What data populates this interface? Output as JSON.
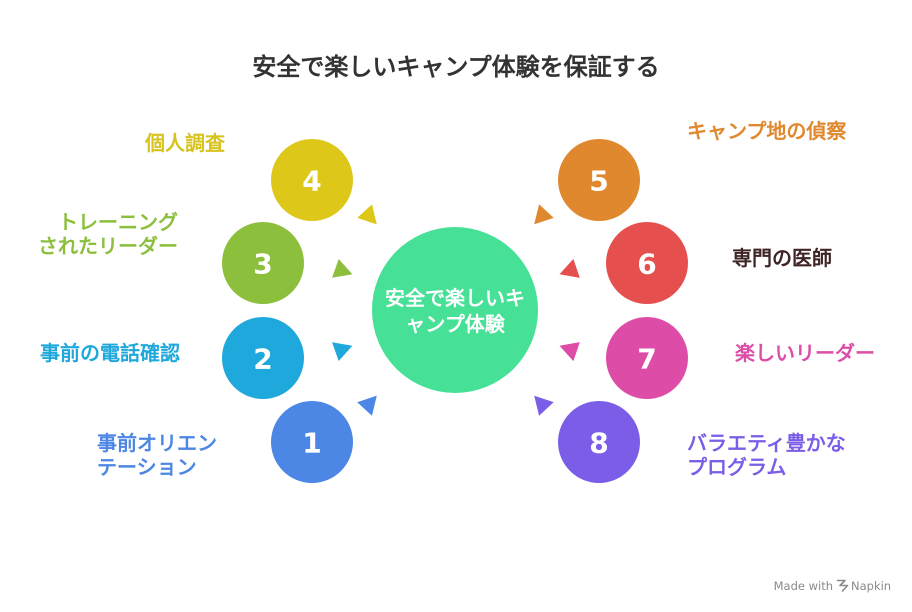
{
  "title": "安全で楽しいキャンプ体験を保証する",
  "center": {
    "lines": [
      "安全で楽しいキ",
      "ャンプ体験"
    ],
    "color": "#46E096"
  },
  "items": [
    {
      "number": "1",
      "label": [
        "事前オリエン",
        "テーション"
      ],
      "color": "#4C87E6",
      "label_color": "#4C87E6"
    },
    {
      "number": "2",
      "label": [
        "事前の電話確認"
      ],
      "color": "#1FA8DB",
      "label_color": "#1FA8DB"
    },
    {
      "number": "3",
      "label": [
        "トレーニング",
        "されたリーダー"
      ],
      "color": "#8CBF3C",
      "label_color": "#8CBF3C"
    },
    {
      "number": "4",
      "label": [
        "個人調査"
      ],
      "color": "#DDC81A",
      "label_color": "#D6C31E"
    },
    {
      "number": "5",
      "label": [
        "キャンプ地の偵察"
      ],
      "color": "#E0882D",
      "label_color": "#E0882D"
    },
    {
      "number": "6",
      "label": [
        "専門の医師"
      ],
      "color": "#E5504E",
      "label_color": "#3E2424"
    },
    {
      "number": "7",
      "label": [
        "楽しいリーダー"
      ],
      "color": "#DD4DA8",
      "label_color": "#DD4DA8"
    },
    {
      "number": "8",
      "label": [
        "バラエティ豊かな",
        "プログラム"
      ],
      "color": "#7B5DE8",
      "label_color": "#7B5DE8"
    }
  ],
  "footer": {
    "made_with": "Made with",
    "brand": "Napkin",
    "icon": "napkin-logo-icon"
  }
}
